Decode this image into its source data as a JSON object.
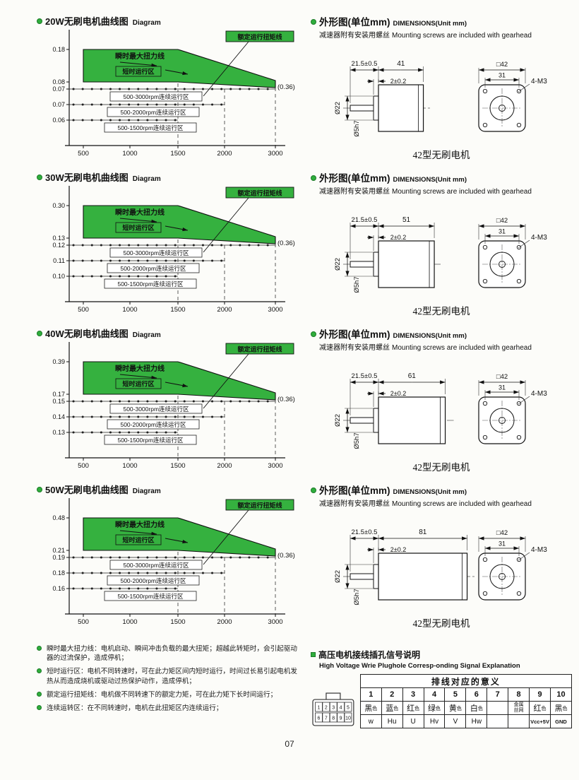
{
  "page_number": "07",
  "colors": {
    "green": "#35b13f",
    "ink": "#111111"
  },
  "chart_common": {
    "diagram_en": "Diagram",
    "x_ticks": [
      "500",
      "1000",
      "1500",
      "2000",
      "3000"
    ],
    "inst_max_label": "瞬时最大扭力线",
    "short_zone_label": "短时运行区",
    "rated_line_label": "额定运行扭矩线",
    "cont_labels": [
      "500-3000rpm连续运行区",
      "500-2000rpm连续运行区",
      "500-1500rpm连续运行区"
    ]
  },
  "charts": [
    {
      "title": "20W无刷电机曲线图",
      "peak": "0.18",
      "rated": "0.08",
      "cont_values": [
        "0.07",
        "0.07",
        "0.06"
      ],
      "right_value": "(0.36)"
    },
    {
      "title": "30W无刷电机曲线图",
      "peak": "0.30",
      "rated": "0.13",
      "cont_values": [
        "0.12",
        "0.11",
        "0.10"
      ],
      "right_value": "(0.36)"
    },
    {
      "title": "40W无刷电机曲线图",
      "peak": "0.39",
      "rated": "0.17",
      "cont_values": [
        "0.15",
        "0.14",
        "0.13"
      ],
      "right_value": "(0.36)"
    },
    {
      "title": "50W无刷电机曲线图",
      "peak": "0.48",
      "rated": "0.21",
      "cont_values": [
        "0.19",
        "0.18",
        "0.16"
      ],
      "right_value": "(0.36)"
    }
  ],
  "chart_data": [
    {
      "type": "area",
      "title": "20W无刷电机曲线图 Diagram",
      "x_ticks": [
        500,
        1000,
        1500,
        2000,
        3000
      ],
      "series": [
        {
          "name": "瞬时最大扭力线",
          "points": [
            [
              500,
              0.18
            ],
            [
              1500,
              0.18
            ],
            [
              3000,
              0.08
            ]
          ]
        },
        {
          "name": "额定运行扭矩线",
          "points": [
            [
              500,
              0.08
            ],
            [
              1500,
              0.08
            ],
            [
              3000,
              0.07
            ]
          ]
        },
        {
          "name": "500-3000rpm连续运行区",
          "value": 0.07,
          "range": [
            500,
            3000
          ]
        },
        {
          "name": "500-2000rpm连续运行区",
          "value": 0.07,
          "range": [
            500,
            2000
          ]
        },
        {
          "name": "500-1500rpm连续运行区",
          "value": 0.06,
          "range": [
            500,
            1500
          ]
        }
      ],
      "annotation": "(0.36)"
    },
    {
      "type": "area",
      "title": "30W无刷电机曲线图 Diagram",
      "x_ticks": [
        500,
        1000,
        1500,
        2000,
        3000
      ],
      "series": [
        {
          "name": "瞬时最大扭力线",
          "points": [
            [
              500,
              0.3
            ],
            [
              1500,
              0.3
            ],
            [
              3000,
              0.13
            ]
          ]
        },
        {
          "name": "额定运行扭矩线",
          "points": [
            [
              500,
              0.13
            ],
            [
              1500,
              0.13
            ],
            [
              3000,
              0.12
            ]
          ]
        },
        {
          "name": "500-3000rpm连续运行区",
          "value": 0.12,
          "range": [
            500,
            3000
          ]
        },
        {
          "name": "500-2000rpm连续运行区",
          "value": 0.11,
          "range": [
            500,
            2000
          ]
        },
        {
          "name": "500-1500rpm连续运行区",
          "value": 0.1,
          "range": [
            500,
            1500
          ]
        }
      ],
      "annotation": "(0.36)"
    },
    {
      "type": "area",
      "title": "40W无刷电机曲线图 Diagram",
      "x_ticks": [
        500,
        1000,
        1500,
        2000,
        3000
      ],
      "series": [
        {
          "name": "瞬时最大扭力线",
          "points": [
            [
              500,
              0.39
            ],
            [
              1500,
              0.39
            ],
            [
              3000,
              0.17
            ]
          ]
        },
        {
          "name": "额定运行扭矩线",
          "points": [
            [
              500,
              0.17
            ],
            [
              1500,
              0.17
            ],
            [
              3000,
              0.15
            ]
          ]
        },
        {
          "name": "500-3000rpm连续运行区",
          "value": 0.15,
          "range": [
            500,
            3000
          ]
        },
        {
          "name": "500-2000rpm连续运行区",
          "value": 0.14,
          "range": [
            500,
            2000
          ]
        },
        {
          "name": "500-1500rpm连续运行区",
          "value": 0.13,
          "range": [
            500,
            1500
          ]
        }
      ],
      "annotation": "(0.36)"
    },
    {
      "type": "area",
      "title": "50W无刷电机曲线图 Diagram",
      "x_ticks": [
        500,
        1000,
        1500,
        2000,
        3000
      ],
      "series": [
        {
          "name": "瞬时最大扭力线",
          "points": [
            [
              500,
              0.48
            ],
            [
              1500,
              0.48
            ],
            [
              3000,
              0.21
            ]
          ]
        },
        {
          "name": "额定运行扭矩线",
          "points": [
            [
              500,
              0.21
            ],
            [
              1500,
              0.21
            ],
            [
              3000,
              0.19
            ]
          ]
        },
        {
          "name": "500-3000rpm连续运行区",
          "value": 0.19,
          "range": [
            500,
            3000
          ]
        },
        {
          "name": "500-2000rpm连续运行区",
          "value": 0.18,
          "range": [
            500,
            2000
          ]
        },
        {
          "name": "500-1500rpm连续运行区",
          "value": 0.16,
          "range": [
            500,
            1500
          ]
        }
      ],
      "annotation": "(0.36)"
    }
  ],
  "dim_common": {
    "header_cn": "外形图(单位mm)",
    "header_en": "DIMENSIONS(Unit mm)",
    "note_cn": "减速器附有安装用螺丝",
    "note_en": "Mounting screws are included with gearhead",
    "shaft_len": "21.5±0.5",
    "front_gap": "2±0.2",
    "boss_dia": "Ø22",
    "shaft_dia": "Ø5h7",
    "flange_square": "□42",
    "hole_spacing": "31",
    "mount_holes": "4-M3",
    "caption": "42型无刷电机"
  },
  "dim_blocks": [
    {
      "body_len": "41"
    },
    {
      "body_len": "51"
    },
    {
      "body_len": "61"
    },
    {
      "body_len": "81"
    }
  ],
  "notes": [
    "瞬时最大扭力线：电机启动、瞬间冲击负载的最大扭矩；超越此转矩时，会引起驱动器的过流保护，造成停机；",
    "短时运行区：电机不同转速时，可在此力矩区间内短时运行，时间过长易引起电机发热从而造成烧机或驱动过热保护动作，造成停机；",
    "额定运行扭矩线：电机做不同转速下的额定力矩，可在此力矩下长时间运行；",
    "连续运转区：在不同转速时，电机在此扭矩区内连续运行；"
  ],
  "wiring": {
    "title_cn": "高压电机接线插孔信号说明",
    "title_en": "High Voltage Wrie Plughole Corresp-onding Signal Explanation",
    "table_title": "排线对应的意义",
    "pins": [
      "1",
      "2",
      "3",
      "4",
      "5",
      "6",
      "7",
      "8",
      "9",
      "10"
    ],
    "colors": [
      "黑色",
      "蓝色",
      "红色",
      "绿色",
      "黄色",
      "白色",
      "",
      "金属丝网",
      "红色",
      "黑色"
    ],
    "signals": [
      "w",
      "Hu",
      "U",
      "Hv",
      "V",
      "Hw",
      "",
      "",
      "Vcc+5V",
      "GND"
    ],
    "connector_rows": [
      [
        "1",
        "2",
        "3",
        "4",
        "5"
      ],
      [
        "6",
        "7",
        "8",
        "9",
        "10"
      ]
    ]
  }
}
